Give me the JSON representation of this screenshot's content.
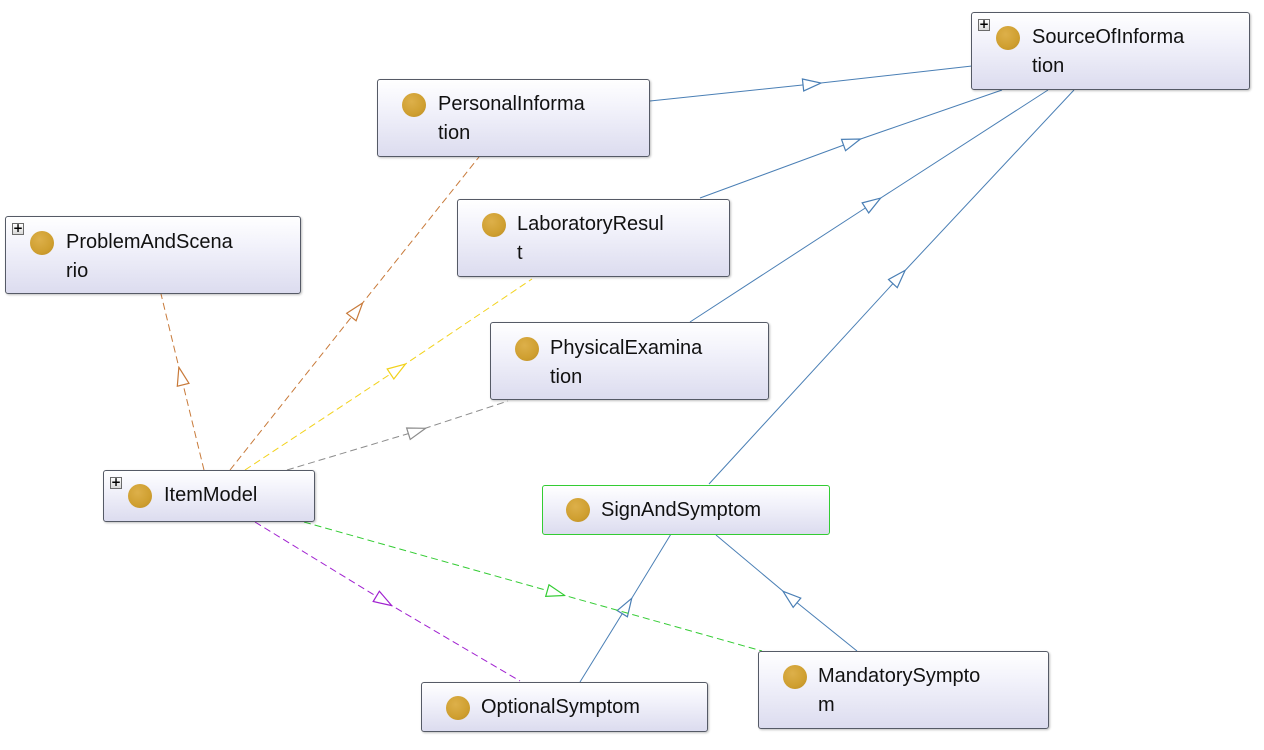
{
  "nodes": {
    "source_of_information": {
      "line1": "SourceOfInforma",
      "line2": "tion",
      "expandable": true
    },
    "personal_information": {
      "line1": "PersonalInforma",
      "line2": "tion",
      "expandable": false
    },
    "problem_and_scenario": {
      "line1": "ProblemAndScena",
      "line2": "rio",
      "expandable": true
    },
    "laboratory_result": {
      "line1": "LaboratoryResul",
      "line2": "t",
      "expandable": false
    },
    "physical_examination": {
      "line1": "PhysicalExamina",
      "line2": "tion",
      "expandable": false
    },
    "item_model": {
      "line1": "ItemModel",
      "expandable": true
    },
    "sign_and_symptom": {
      "line1": "SignAndSymptom",
      "expandable": false,
      "selected": true
    },
    "optional_symptom": {
      "line1": "OptionalSymptom",
      "expandable": false
    },
    "mandatory_symptom": {
      "line1": "MandatorySympto",
      "line2": "m",
      "expandable": false
    }
  },
  "expand_glyph": "+",
  "colors": {
    "subclass_edge": "#4a7fb5",
    "item_to_personal": "#c87a3a",
    "item_to_problem": "#c87a3a",
    "item_to_laboratory": "#f2d21b",
    "item_to_physical": "#8c8c8c",
    "item_to_mandatory": "#33cc33",
    "item_to_optional": "#a020d0",
    "class_dot": "#cf9f30",
    "selected_border": "#33cc33"
  }
}
